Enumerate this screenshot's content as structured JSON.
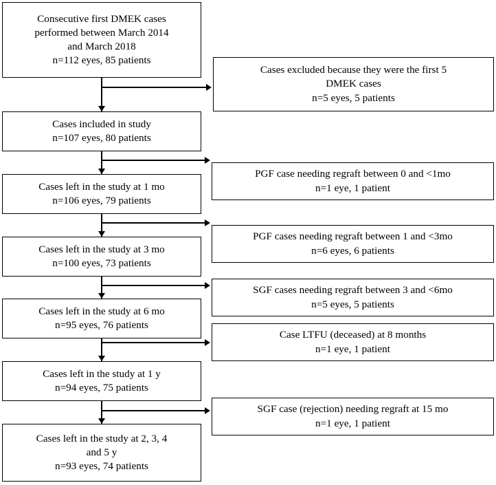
{
  "diagram": {
    "type": "flowchart",
    "title": "",
    "main_nodes": [
      {
        "id": "n0",
        "lines": [
          "Consecutive first DMEK cases",
          "performed between March 2014",
          "and March 2018",
          "n=112 eyes, 85 patients"
        ]
      },
      {
        "id": "n1",
        "lines": [
          "Cases included in study",
          "n=107 eyes, 80 patients"
        ]
      },
      {
        "id": "n2",
        "lines": [
          "Cases left in the study at 1 mo",
          "n=106 eyes, 79 patients"
        ]
      },
      {
        "id": "n3",
        "lines": [
          "Cases left in the study at 3 mo",
          "n=100 eyes, 73 patients"
        ]
      },
      {
        "id": "n4",
        "lines": [
          "Cases left in the study at 6 mo",
          "n=95 eyes, 76 patients"
        ]
      },
      {
        "id": "n5",
        "lines": [
          "Cases left in the study at 1 y",
          "n=94 eyes, 75 patients"
        ]
      },
      {
        "id": "n6",
        "lines": [
          "Cases left in the study at 2, 3, 4",
          "and 5 y",
          "n=93 eyes, 74 patients"
        ]
      }
    ],
    "exclusion_nodes": [
      {
        "id": "e0",
        "lines": [
          "Cases excluded because they were the first 5",
          "DMEK cases",
          "n=5 eyes, 5 patients"
        ]
      },
      {
        "id": "e1",
        "lines": [
          "PGF case needing regraft between 0 and <1mo",
          "n=1 eye, 1 patient"
        ]
      },
      {
        "id": "e2",
        "lines": [
          "PGF cases needing regraft between 1 and <3mo",
          "n=6 eyes, 6 patients"
        ]
      },
      {
        "id": "e3",
        "lines": [
          "SGF cases needing regraft between 3 and <6mo",
          "n=5 eyes, 5 patients"
        ]
      },
      {
        "id": "e4",
        "lines": [
          "Case LTFU (deceased) at 8 months",
          "n=1 eye, 1 patient"
        ]
      },
      {
        "id": "e5",
        "lines": [
          "SGF case (rejection) needing regraft at 15 mo",
          "n=1 eye, 1 patient"
        ]
      }
    ]
  }
}
